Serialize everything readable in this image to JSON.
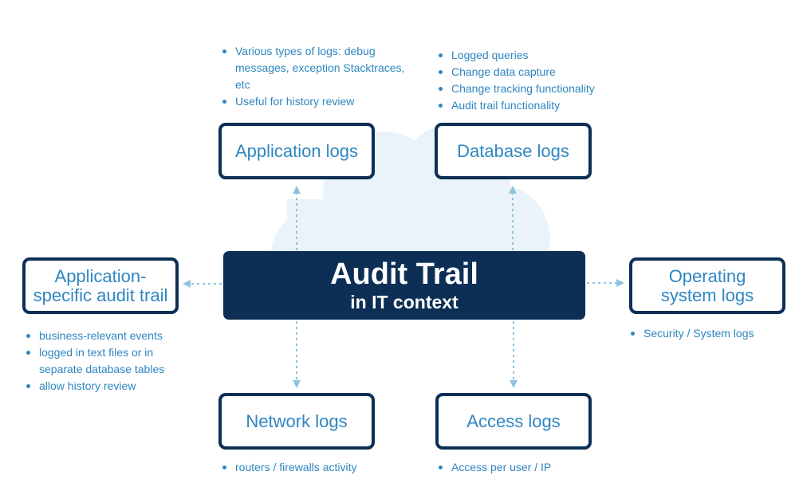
{
  "center": {
    "title": "Audit Trail",
    "subtitle": "in IT context"
  },
  "nodes": {
    "application_logs": {
      "label": "Application logs",
      "bullets": [
        "Various types of logs: debug messages, exception Stacktraces, etc",
        "Useful for history review"
      ]
    },
    "database_logs": {
      "label": "Database logs",
      "bullets": [
        "Logged queries",
        "Change data capture",
        "Change tracking functionality",
        "Audit trail functionality"
      ]
    },
    "app_specific": {
      "label": "Application-specific audit trail",
      "bullets": [
        "business-relevant events",
        "logged in text files or in separate database tables",
        "allow history review"
      ]
    },
    "os_logs": {
      "label": "Operating system logs",
      "bullets": [
        "Security / System logs"
      ]
    },
    "network_logs": {
      "label": "Network logs",
      "bullets": [
        "routers / firewalls activity"
      ]
    },
    "access_logs": {
      "label": "Access logs",
      "bullets": [
        "Access per user / IP"
      ]
    }
  },
  "colors": {
    "dark_navy": "#0d2f55",
    "accent_blue": "#2e86c1",
    "cloud": "#eaf3fa",
    "arrow": "#8ec3df"
  }
}
